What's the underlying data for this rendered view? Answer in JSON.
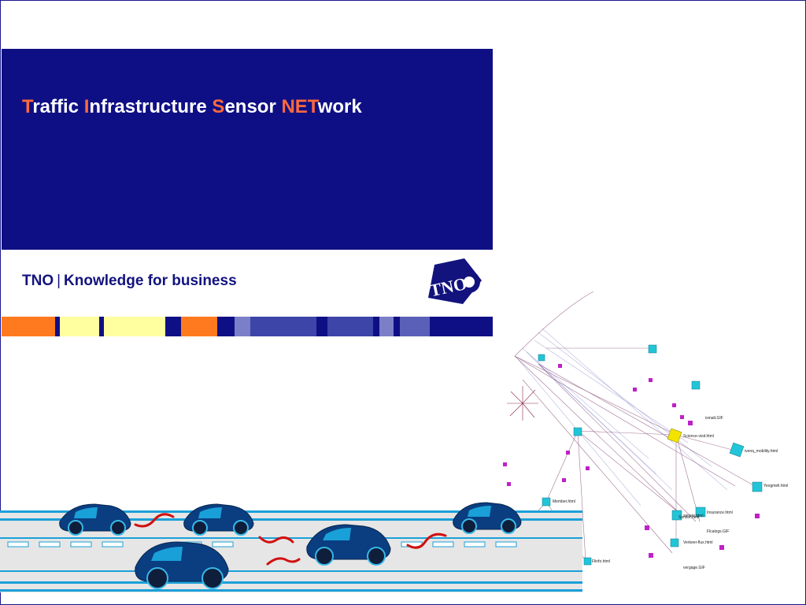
{
  "slide": {
    "title_parts": {
      "t1": "T",
      "t1_rest": "raffic ",
      "t2": "I",
      "t2_rest": "nfrastructure ",
      "t3": "S",
      "t3_rest": "ensor ",
      "t4": "NET",
      "t4_rest": "work"
    },
    "tagline": {
      "brand": "TNO",
      "separator": "|",
      "text": "Knowledge for business"
    },
    "logo": {
      "text": "TNO",
      "icon": "tno-logo-icon"
    },
    "network_labels": [
      "Science-visit.html",
      "ivenq_mobility.html",
      "ixmalt.GIF",
      "Yeogmell.html",
      "sensor.html",
      "Insurance.html",
      "Flcalogs.GIF",
      "Verkeer-flux.html",
      "vergage.GIF",
      "Sensor.html",
      "Member.html",
      "Flinfo.html"
    ],
    "colors": {
      "navy": "#0f0f85",
      "accent": "#ff6a3d",
      "text_white": "#ffffff"
    }
  }
}
